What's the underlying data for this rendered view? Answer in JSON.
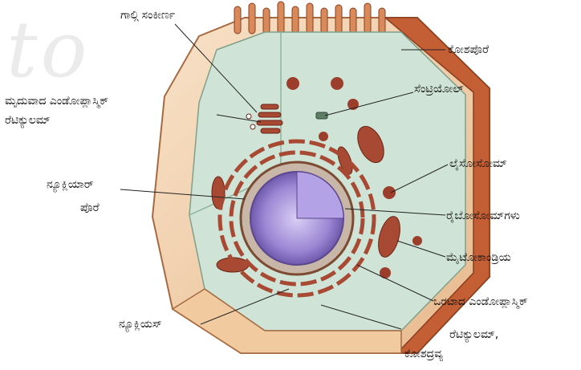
{
  "labels": {
    "golgi": "ಗಾಲ್ಗಿ ಸಂಕೀರ್ಣ",
    "cell_membrane": "ಕೋಶಪೊರೆ",
    "smooth_er_1": "ಮೃದುವಾದ ಎಂಡೋಪ್ಲಾಸ್ಮಿಕ್",
    "smooth_er_2": "ರೆಟಿಕ್ಯುಲಮ್",
    "centriole": "ಸೆಂಟ್ರಿಯೋಲ್",
    "lysosome": "ಲೈಸೋಸೋಮ್",
    "nuclear_pore_1": "ನ್ಯೂಕ್ಲಿಯಾರ್",
    "nuclear_pore_2": "ಪೊರೆ",
    "ribosomes": "ರೈಬೋಸೋಮ್‌ಗಳು",
    "mitochondria": "ಮೈಟೋಕಾಂಡ್ರಿಯ",
    "rough_er_1": "ಒರಟಾದ ಎಂಡೋಪ್ಲಾಸ್ಮಿಕ್",
    "rough_er_2": "ರೆಟಿಕ್ಯುಲಮ್,",
    "cytoplasm": "ಕೋಶದ್ರವ್ಯ",
    "nucleus": "ನ್ಯೂಕ್ಲಿಯಸ್"
  },
  "colors": {
    "cytoplasm": "#cfe3d6",
    "membrane": "#b25a33",
    "outer_wall": "#f3d3ae",
    "organelle": "#9b3f2c",
    "nucleus": "#8e78c6"
  }
}
